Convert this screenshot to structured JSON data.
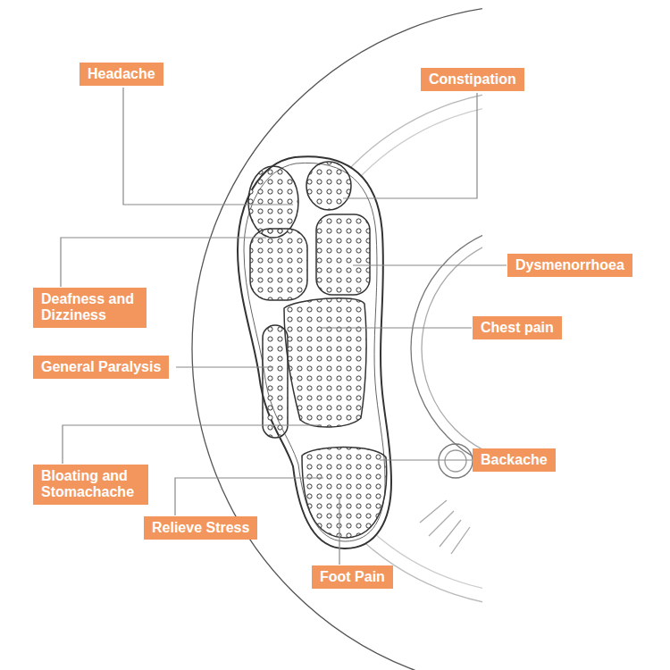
{
  "diagram": {
    "nodes": [
      {
        "text": [
          "Headache"
        ]
      },
      {
        "text": [
          "Constipation"
        ]
      },
      {
        "text": [
          "Dysmenorrhoea"
        ]
      },
      {
        "text": [
          "Deafness and Dizziness"
        ]
      },
      {
        "text": [
          "Chest pain"
        ]
      },
      {
        "text": [
          "General Paralysis"
        ]
      },
      {
        "text": [
          "Backache"
        ]
      },
      {
        "text": [
          "Bloating and Stomachache"
        ]
      },
      {
        "text": [
          "Relieve Stress"
        ]
      },
      {
        "text": [
          "Foot Pain"
        ]
      }
    ]
  }
}
